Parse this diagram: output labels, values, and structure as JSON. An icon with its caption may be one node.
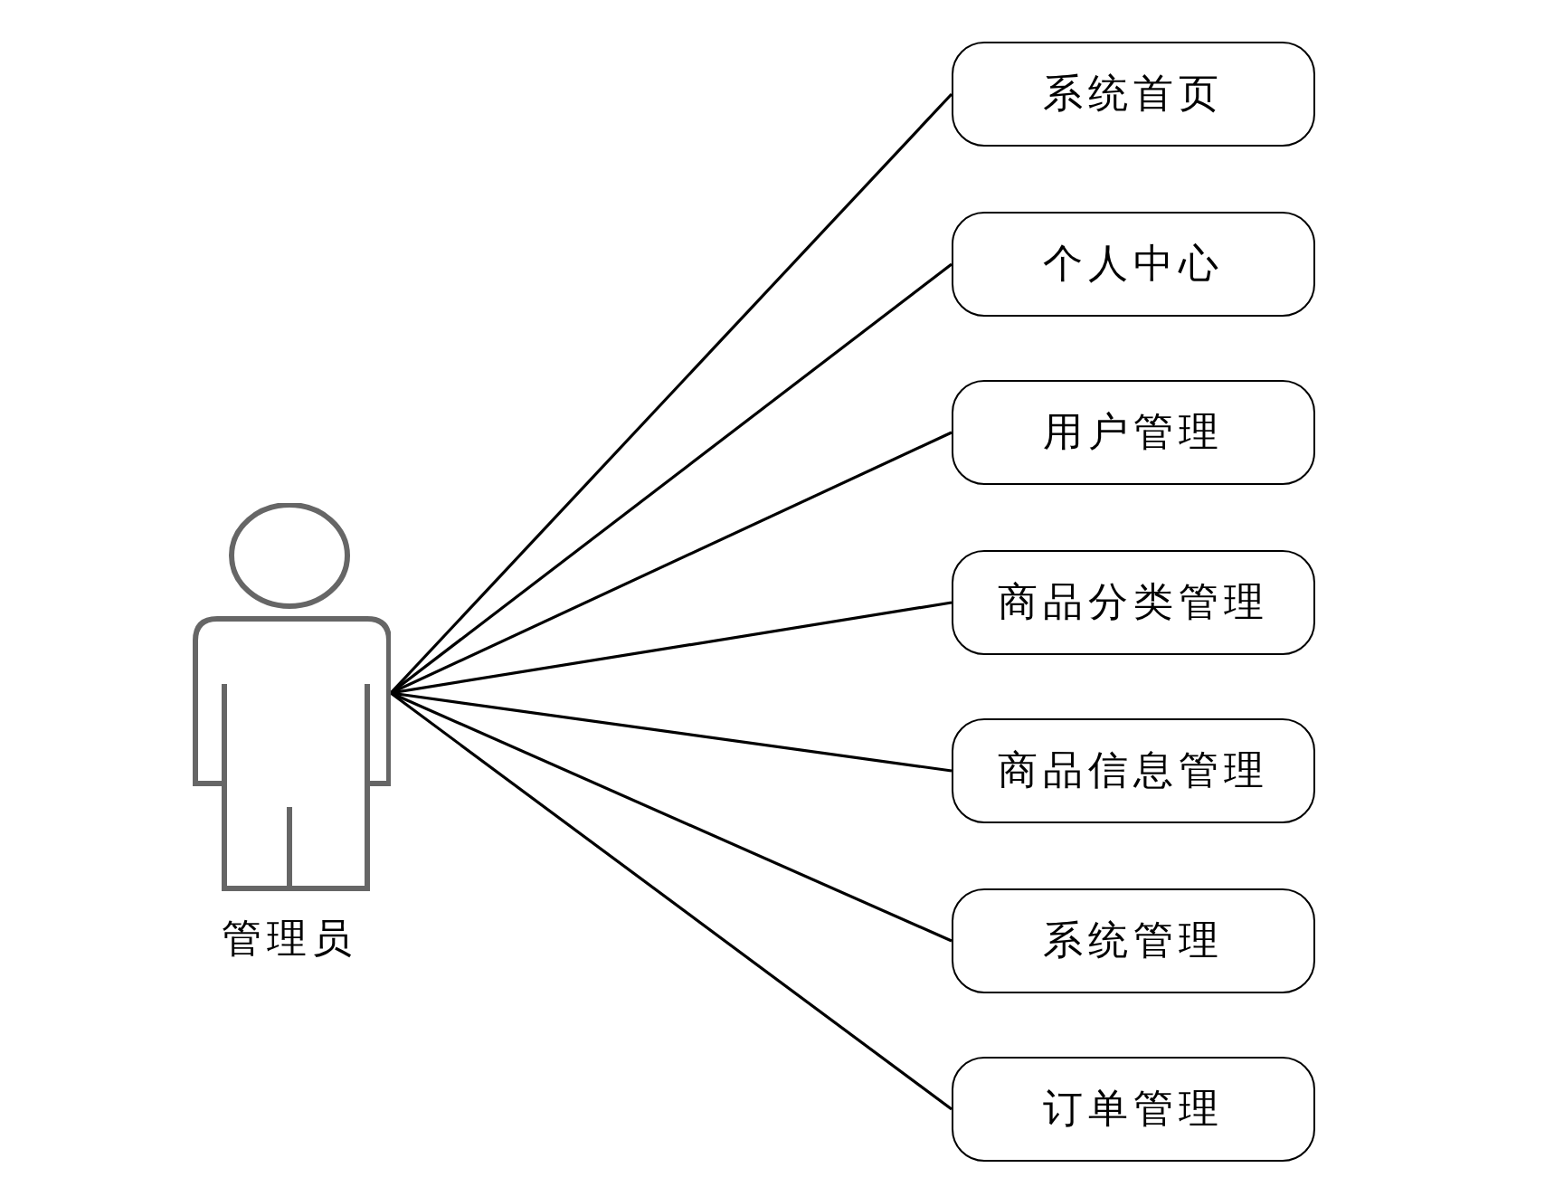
{
  "diagram": {
    "nodes": [
      {
        "text": [
          "管理员"
        ]
      },
      {
        "text": [
          "系统首页"
        ]
      },
      {
        "text": [
          "个人中心"
        ]
      },
      {
        "text": [
          "用户管理"
        ]
      },
      {
        "text": [
          "商品分类管理"
        ]
      },
      {
        "text": [
          "商品信息管理"
        ]
      },
      {
        "text": [
          "系统管理"
        ]
      },
      {
        "text": [
          "订单管理"
        ]
      }
    ],
    "edges": [
      {
        "from": 0,
        "to": 1,
        "arrow": "none"
      },
      {
        "from": 0,
        "to": 2,
        "arrow": "none"
      },
      {
        "from": 0,
        "to": 3,
        "arrow": "none"
      },
      {
        "from": 0,
        "to": 4,
        "arrow": "none"
      },
      {
        "from": 0,
        "to": 5,
        "arrow": "none"
      },
      {
        "from": 0,
        "to": 6,
        "arrow": "none"
      },
      {
        "from": 0,
        "to": 7,
        "arrow": "none"
      }
    ]
  }
}
